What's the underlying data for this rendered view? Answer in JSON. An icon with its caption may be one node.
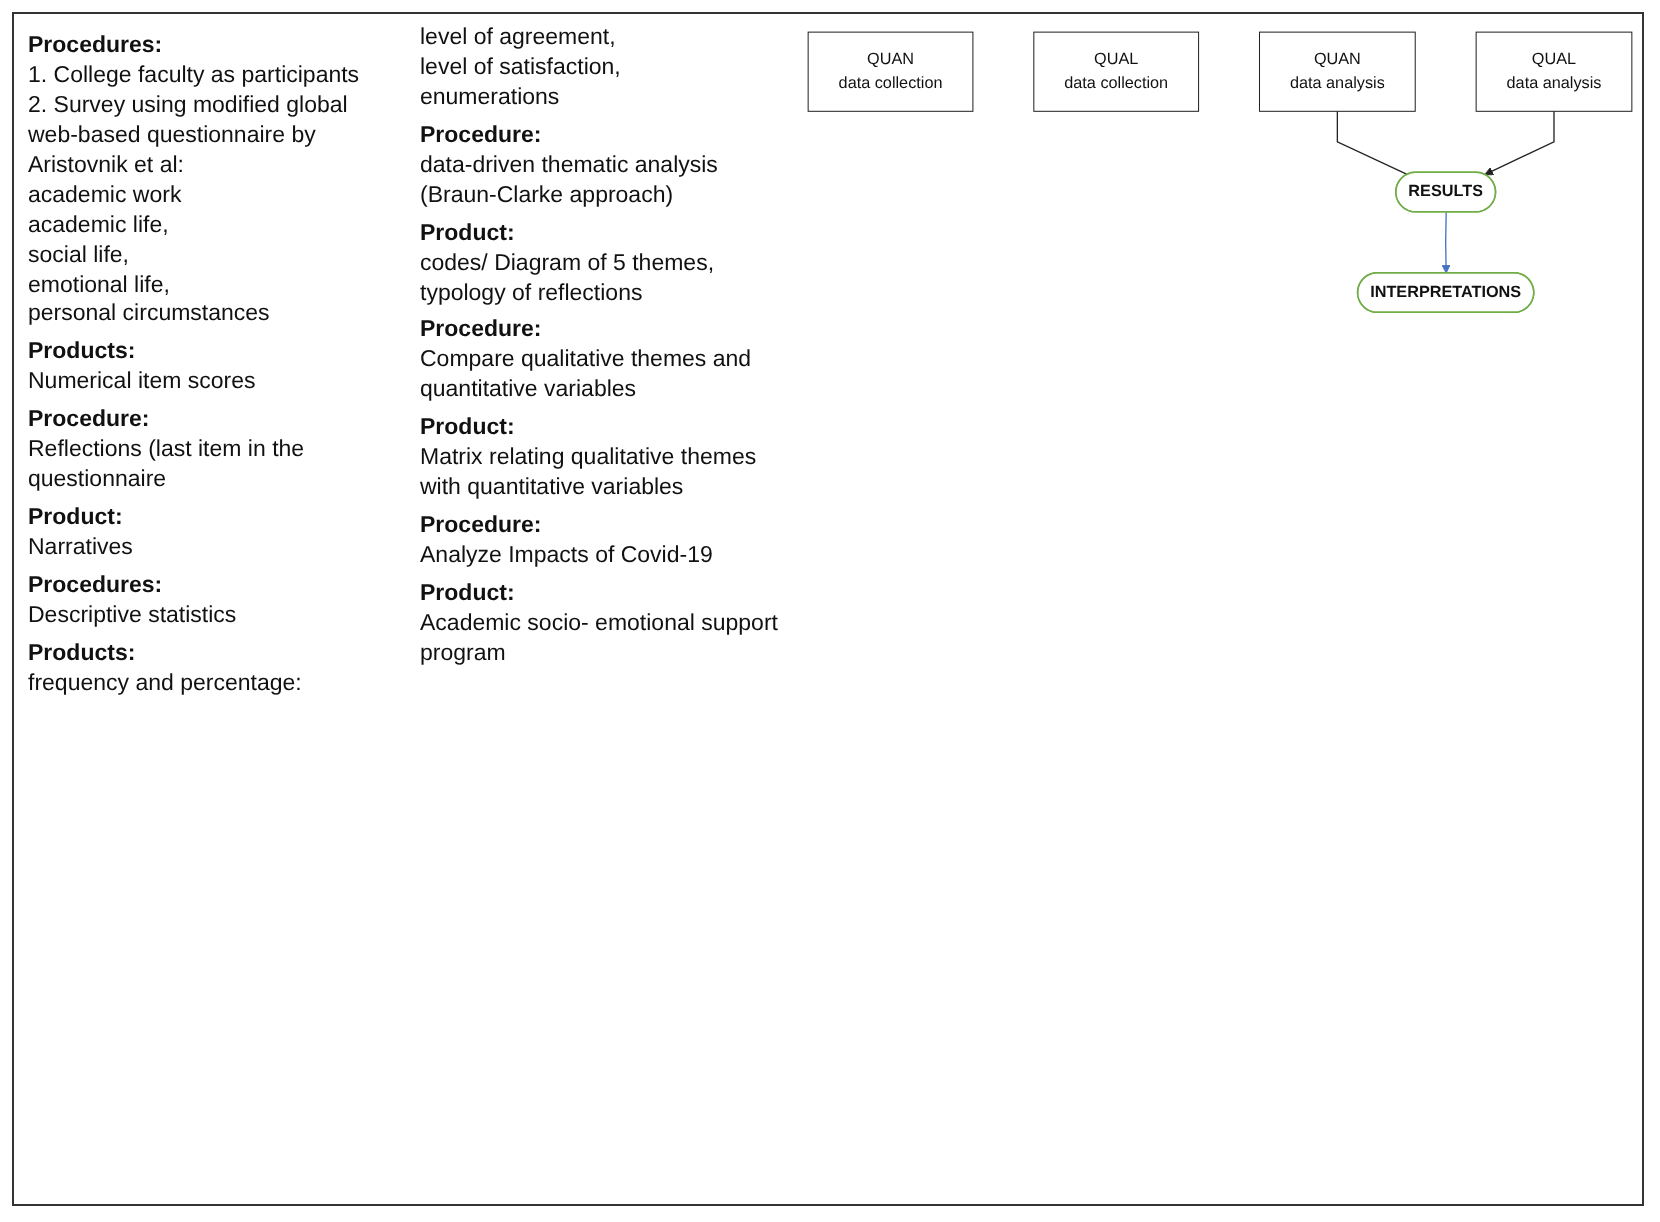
{
  "diagram": {
    "nodes": [
      {
        "text": [
          "QUAN",
          "data collection"
        ]
      },
      {
        "text": [
          "QUAL",
          "data collection"
        ]
      },
      {
        "text": [
          "QUAN",
          "data analysis"
        ]
      },
      {
        "text": [
          "QUAL",
          "data analysis"
        ]
      },
      {
        "text": [
          "RESULTS"
        ]
      },
      {
        "text": [
          "INTERPRETATIONS"
        ]
      }
    ],
    "edges": [
      {
        "from": 2,
        "to": 4,
        "arrow": "none"
      },
      {
        "from": 3,
        "to": 4,
        "arrow": "to"
      },
      {
        "from": 4,
        "to": 5,
        "arrow": "to",
        "color": "#4472c4"
      }
    ],
    "labels": [
      "Procedures:",
      "1. College faculty as participants",
      "2. Survey using modified global web-based questionnaire by Aristovnik et al:",
      "academic work",
      "academic life,",
      "social life,",
      "emotional life,",
      "personal circumstances",
      "Products:",
      "Numerical item scores",
      "Procedure:",
      "Reflections (last item in the questionnaire",
      "Product:",
      "Narratives",
      "Procedures:",
      "Descriptive statistics",
      "Products:",
      "frequency and percentage:",
      "level of agreement,",
      "level of satisfaction,",
      "enumerations",
      "Procedure:",
      "data-driven thematic analysis",
      "(Braun-Clarke approach)",
      "Product:",
      "codes/ Diagram of 5 themes, typology of reflections",
      "Procedure:",
      "Compare qualitative themes and quantitative variables",
      "Product:",
      "Matrix relating qualitative themes with quantitative variables",
      "Procedure:",
      "Analyze Impacts of Covid-19",
      "Product:",
      "Academic socio- emotional support program"
    ]
  }
}
